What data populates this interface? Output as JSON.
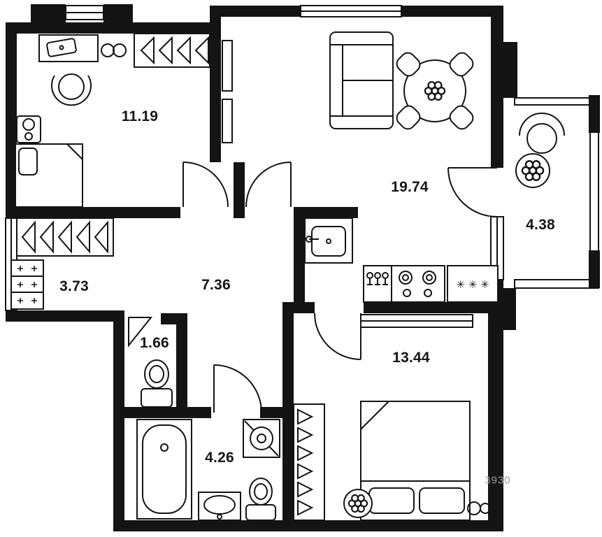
{
  "floorplan": {
    "rooms": [
      {
        "name": "bedroom",
        "area": "11.19"
      },
      {
        "name": "living-kitchen",
        "area": "19.74"
      },
      {
        "name": "balcony",
        "area": "4.38"
      },
      {
        "name": "walk-in-closet",
        "area": "3.73"
      },
      {
        "name": "hallway",
        "area": "7.36"
      },
      {
        "name": "wc",
        "area": "1.66"
      },
      {
        "name": "bedroom-2",
        "area": "13.44"
      },
      {
        "name": "bathroom",
        "area": "4.26"
      }
    ],
    "icons": {
      "freezer_symbol": "✳ ✳ ✳"
    },
    "watermark": "3930",
    "colors": {
      "walls": "#141414",
      "background": "#ffffff",
      "watermark": "#9c9c9c"
    }
  }
}
